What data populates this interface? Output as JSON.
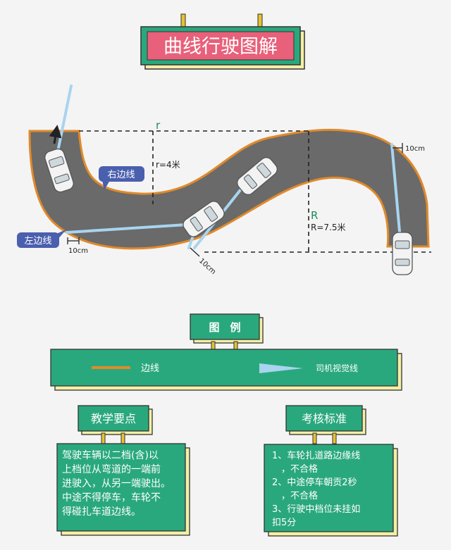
{
  "title": "曲线行驶图解",
  "diagram": {
    "r_label": "r",
    "r_value": "r=4米",
    "R_label": "R",
    "R_value": "R=7.5米",
    "right_edge_label": "右边线",
    "left_edge_label": "左边线",
    "dist_left": "10cm",
    "dist_mid": "10cm",
    "dist_right": "10cm"
  },
  "legend": {
    "title": "图　例",
    "edge_line": "边线",
    "sight_line": "司机视觉线"
  },
  "teaching": {
    "title": "教学要点",
    "text_lines": [
      "驾驶车辆以二档(含)以",
      "上档位从弯道的一端前",
      "进驶入，从另一端驶出。",
      "中途不得停车，车轮不",
      "得碰扎车道边线。"
    ]
  },
  "assessment": {
    "title": "考核标准",
    "text_lines": [
      "1、车轮扎道路边缘线",
      "　，不合格",
      "2、中途停车朝贡2秒",
      "　，不合格",
      "3、行驶中档位未挂如",
      "扣5分"
    ]
  },
  "colors": {
    "sign_green": "#2aa87d",
    "sign_pink": "#e8607a",
    "shadow_yellow": "#f4efa6",
    "road_gray": "#6a6a6a",
    "edge_orange": "#e08a2a",
    "callout_blue": "#4a5fae",
    "sight_blue": "#a9d4ef"
  }
}
